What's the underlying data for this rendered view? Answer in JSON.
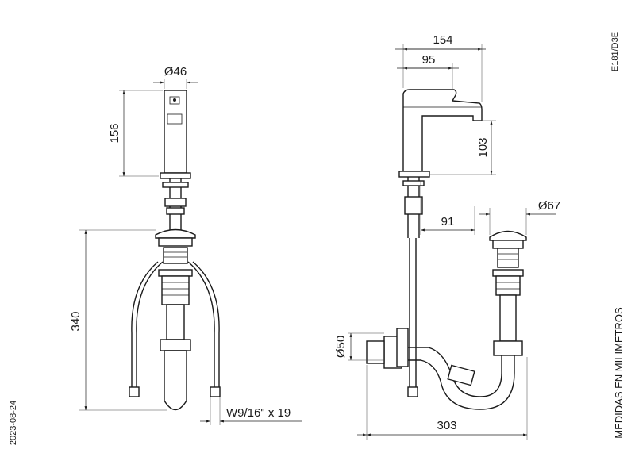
{
  "drawing_code": "E181/D3E",
  "date": "2023-08-24",
  "units_note": "MEDIDAS EN MILIMETROS",
  "dimensions": {
    "dia_46": "Ø46",
    "h_156": "156",
    "h_340": "340",
    "thread": "W9/16\" x 19",
    "w_154": "154",
    "w_95": "95",
    "h_103": "103",
    "w_91": "91",
    "dia_67": "Ø67",
    "dia_50": "Ø50",
    "w_303": "303"
  }
}
